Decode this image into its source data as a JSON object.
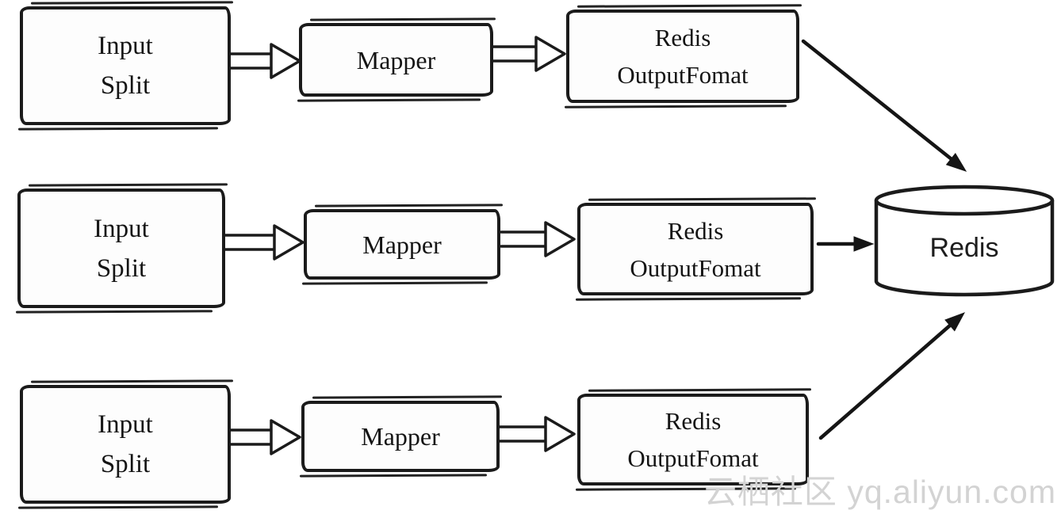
{
  "colors": {
    "ink": "#1b1b1b",
    "background": "#ffffff",
    "watermark_text": "#d3d3d3"
  },
  "rows": [
    {
      "input_split": {
        "line1": "Input",
        "line2": "Split"
      },
      "mapper": {
        "label": "Mapper"
      },
      "redis_output_format": {
        "line1": "Redis",
        "line2": "OutputFomat"
      }
    },
    {
      "input_split": {
        "line1": "Input",
        "line2": "Split"
      },
      "mapper": {
        "label": "Mapper"
      },
      "redis_output_format": {
        "line1": "Redis",
        "line2": "OutputFomat"
      }
    },
    {
      "input_split": {
        "line1": "Input",
        "line2": "Split"
      },
      "mapper": {
        "label": "Mapper"
      },
      "redis_output_format": {
        "line1": "Redis",
        "line2": "OutputFomat"
      }
    }
  ],
  "redis_store": {
    "label": "Redis"
  },
  "watermark": {
    "text": "云栖社区 yq.aliyun.com"
  },
  "icons": {
    "flow_arrow": "hollow-block-arrow-right",
    "link_arrow": "solid-arrow",
    "database": "cylinder"
  }
}
